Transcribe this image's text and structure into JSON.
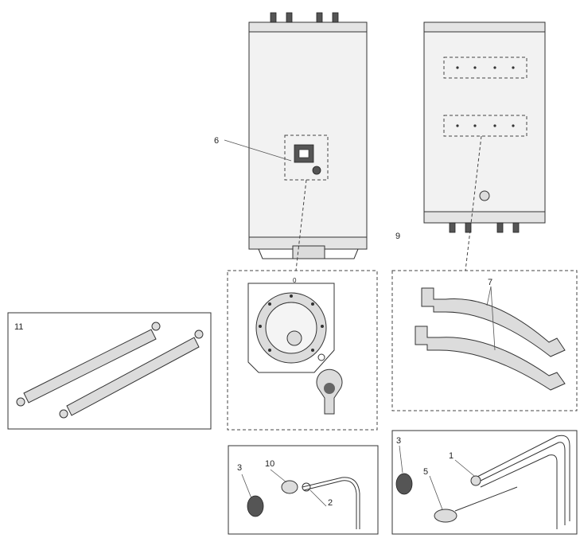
{
  "labels": {
    "l1": "1",
    "l2": "2",
    "l3a": "3",
    "l3b": "3",
    "l5": "5",
    "l6": "6",
    "l7": "7",
    "l9": "9",
    "l10": "10",
    "l11": "11",
    "l0": "0"
  }
}
